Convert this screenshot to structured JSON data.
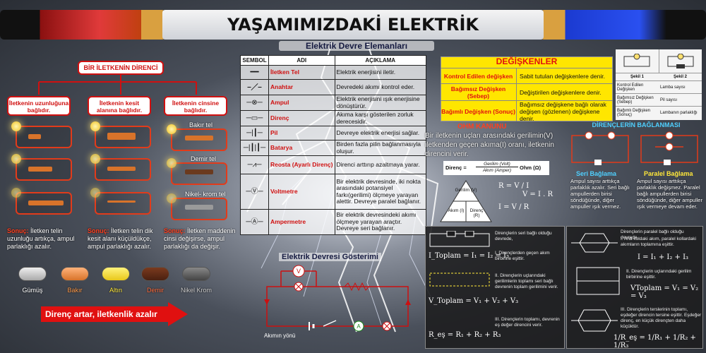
{
  "title": "YAŞAMIMIZDAKİ ELEKTRİK",
  "resistance": {
    "heading": "BİR İLETKENİN DİRENCİ",
    "factors": [
      "İletkenin uzunluğuna bağlıdır.",
      "İletkenin kesit alanına bağlıdır.",
      "İletkenin cinsine bağlıdır."
    ],
    "wire_labels": [
      "Bakır tel",
      "Demir tel",
      "Nikel- krom tel"
    ],
    "conclusion_word": "Sonuç:",
    "conclusions": [
      "İletken telin uzunluğu artıkça, ampul parlaklığı azalır.",
      "İletken telin dik kesit alanı küçüldükçe, ampul parlaklığı azalır.",
      "İletken maddenin cinsi değişirse, ampul parlaklığı da değişir."
    ],
    "materials": [
      "Gümüş",
      "Bakır",
      "Altın",
      "Demir",
      "Nikel Krom"
    ],
    "arrow_text": "Direnç artar, iletkenlik azalır"
  },
  "components": {
    "title": "Elektrik Devre Elemanları",
    "headers": [
      "SEMBOL",
      "ADI",
      "AÇIKLAMA"
    ],
    "rows": [
      {
        "name": "İletken Tel",
        "desc": "Elektrik enerjisini iletir."
      },
      {
        "name": "Anahtar",
        "desc": "Devredeki akımı kontrol eder."
      },
      {
        "name": "Ampul",
        "desc": "Elektrik enerjisini ışık enerjisine dönüştürür."
      },
      {
        "name": "Direnç",
        "desc": "Akıma karşı gösterilen zorluk derecesidir."
      },
      {
        "name": "Pil",
        "desc": "Devreye elektrik enerjisi sağlar."
      },
      {
        "name": "Batarya",
        "desc": "Birden fazla pilin bağlanmasıyla oluşur."
      },
      {
        "name": "Reosta (Ayarlı Direnç)",
        "desc": "Direnci arttırıp azaltmaya yarar."
      },
      {
        "name": "Voltmetre",
        "desc": "Bir elektrik devresinde, iki nokta arasındaki potansiyel farkı(gerilimi) ölçmeye yarayan alettir. Devreye paralel bağlanır."
      },
      {
        "name": "Ampermetre",
        "desc": "Bir elektrik devresindeki akımı ölçmeye yarayan araçtır. Devreye seri bağlanır."
      }
    ]
  },
  "circuit": {
    "title": "Elektrik Devresi Gösterimi",
    "flow_label": "Akımın yönü",
    "volt_symbol": "V",
    "amp_symbol": "A"
  },
  "variables": {
    "title": "DEĞİŞKENLER",
    "rows": [
      {
        "key": "Kontrol Edilen değişken",
        "value": "Sabit tutulan değişkenlere denir."
      },
      {
        "key": "Bağımsız Değişken (Sebep)",
        "value": "Değiştirilen değişkenlere denir."
      },
      {
        "key": "Bağımlı Değişken (Sonuç)",
        "value": "Bağımsız değişkene bağlı olarak değişen (gözlenen) değişkene denir."
      }
    ]
  },
  "side_table": {
    "headers": [
      "Şekil 1",
      "Şekil 2"
    ],
    "rows": [
      {
        "key": "Kontrol Edilen Değişken",
        "value": "Lamba sayısı"
      },
      {
        "key": "Bağımsız Değişken (Sebep)",
        "value": "Pil sayısı"
      },
      {
        "key": "Bağımlı Değişken (Sonuç)",
        "value": "Lambanın parlaklığı"
      }
    ]
  },
  "ohm": {
    "title": "OHM KANUNU",
    "text": "Bir iletkenin uçları arasındaki gerilimin(V) iletkenden geçen akıma(I) oranı, iletkenin direncini verir.",
    "formula_left": "Direnç =",
    "formula_num": "Gerilim (Volt)",
    "formula_den": "Akım (Amper)",
    "formula_unit": "Ohm (Ω)",
    "tri_top": "Gerilim (V)",
    "tri_left": "Akım (I)",
    "tri_right": "Direnç (R)",
    "eq1": "R = V / I",
    "eq2": "V = I . R",
    "eq3": "I = V / R"
  },
  "connections": {
    "title": "DİRENÇLERİN BAĞLANMASI",
    "series_label": "Seri Bağlama",
    "series_text": "Ampul sayısı arttıkça parlaklık azalır. Seri bağlı ampullerden birisi söndüğünde, diğer ampuller ışık vermez.",
    "parallel_label": "Paralel Bağlama",
    "parallel_text": "Ampul sayısı arttıkça parlaklık değişmez. Paralel bağlı ampullerden birisi söndüğünde, diğer ampuller ışık vermeye devam eder."
  },
  "formulas": {
    "series_note1": "Dirençlerin seri bağlı olduğu devrede,",
    "series_note2": "I. Dirençlerden geçen akım birbirine eşittir.",
    "series_note3": "II. Dirençlerin uçlarındaki gerilimlerin toplamı seri bağlı devrenin toplam gerilimini verir.",
    "series_note4": "III. Dirençlerin toplamı, devrenin eş değer direncini verir.",
    "series_eq1": "I_Toplam = I₁ = I₂ = I₃",
    "series_eq2": "V_Toplam = V₁ + V₂ + V₃",
    "series_eq3": "R_eş = R₁ + R₂ + R₃",
    "parallel_note1": "Dirençlerin paralel bağlı olduğu devrede,",
    "parallel_note2": "I. Ana koldaki akım, paralel kollardaki akımların toplamına eşittir.",
    "parallel_note3": "II. Dirençlerin uçlarındaki gerilim birbirine eşittir.",
    "parallel_note4": "III. Dirençlerin terslerinin toplamı, eşdeğer direncin tersine eşittir. Eşdeğer direnç, en küçük dirençten daha küçüktür.",
    "parallel_eq1": "I = I₁ + I₂ + I₃",
    "parallel_eq2": "VToplam = V₁ = V₂ = V₃",
    "parallel_eq3": "1/R_eş = 1/R₁ + 1/R₂ + 1/R₃"
  }
}
